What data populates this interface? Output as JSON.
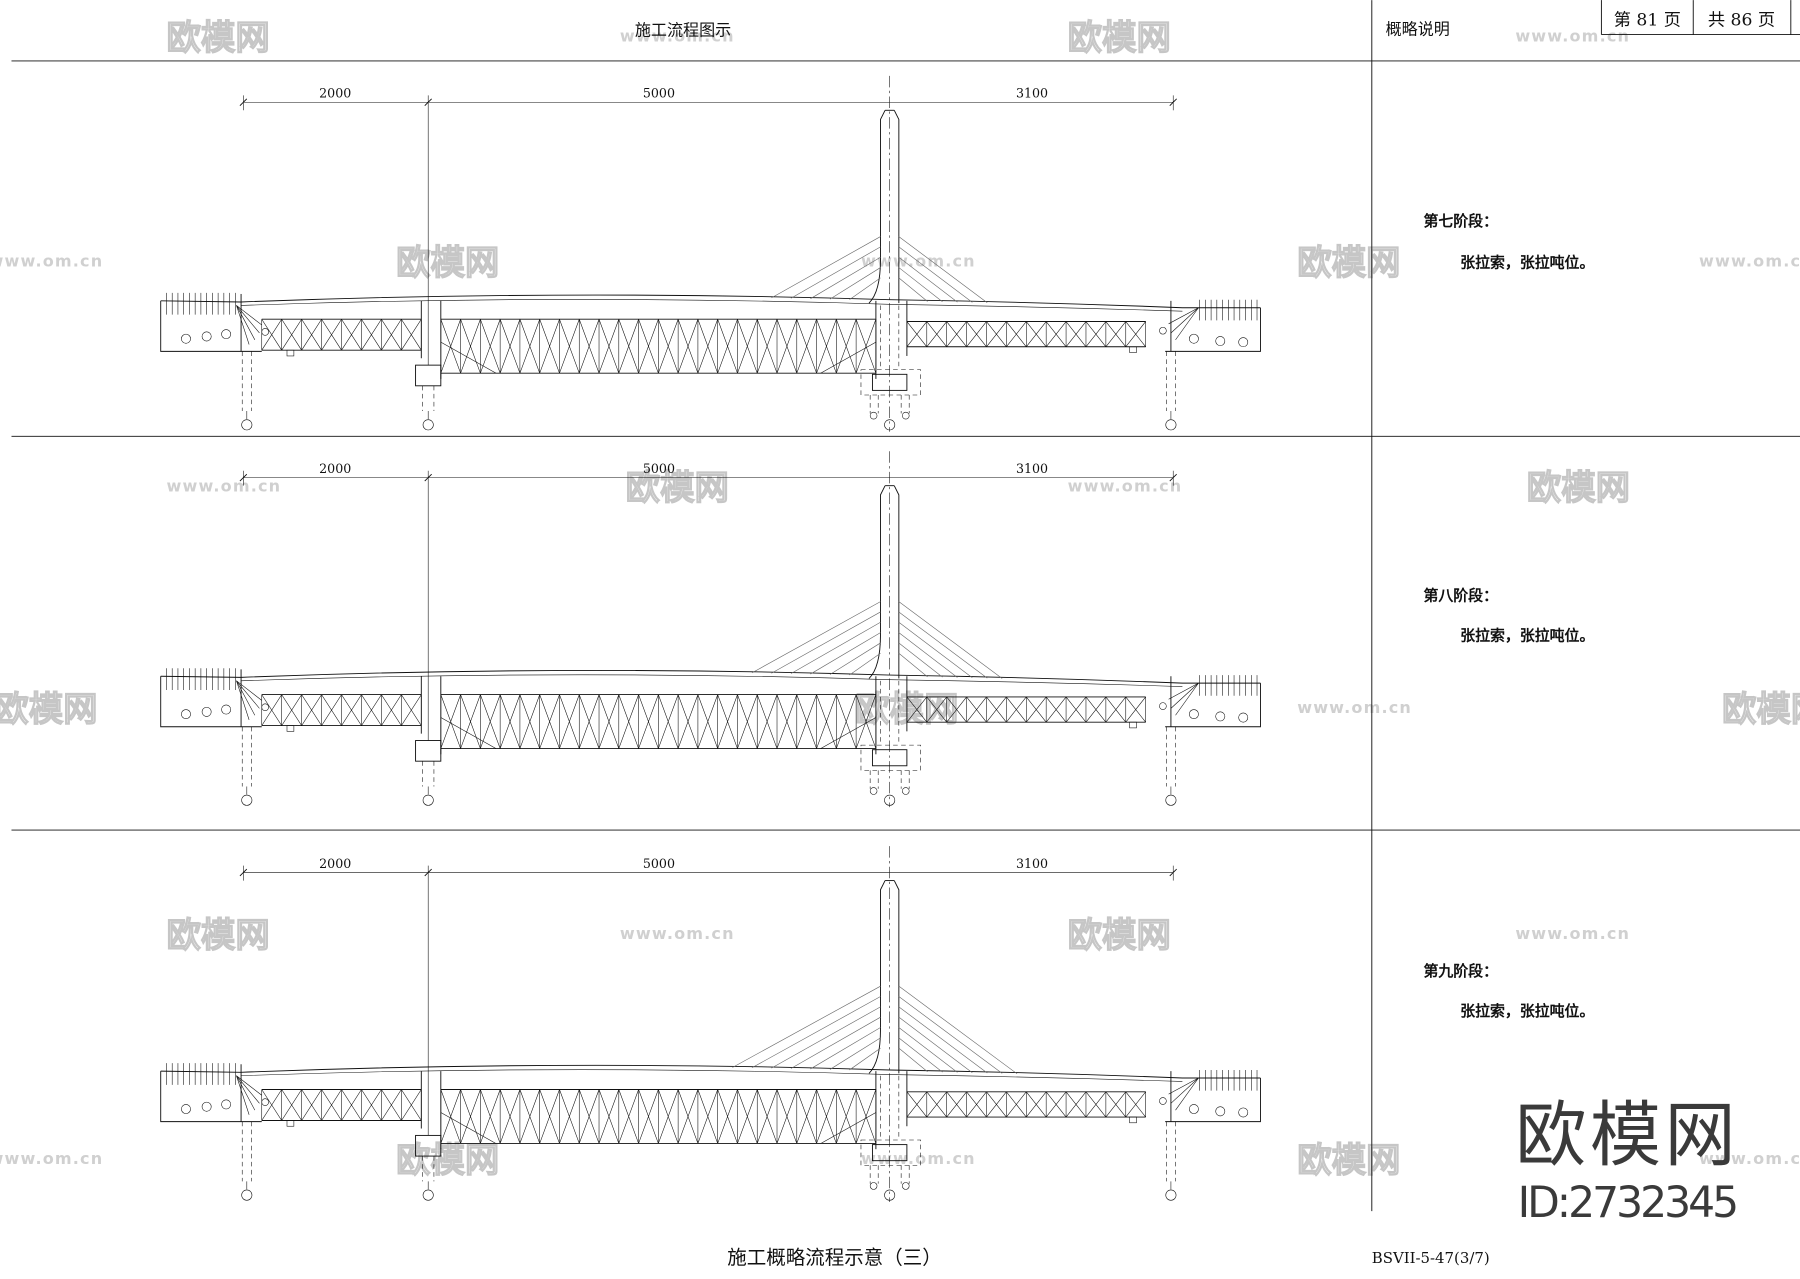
{
  "header": {
    "title": "施工流程图示",
    "notes_title": "概略说明",
    "page_current": "第 81 页",
    "page_total": "共 86 页"
  },
  "panels": [
    {
      "dims": [
        "2000",
        "5000",
        "3100"
      ],
      "stage_title": "第七阶段：",
      "stage_desc": "张拉索，张拉吨位。"
    },
    {
      "dims": [
        "2000",
        "5000",
        "3100"
      ],
      "stage_title": "第八阶段：",
      "stage_desc": "张拉索，张拉吨位。"
    },
    {
      "dims": [
        "2000",
        "5000",
        "3100"
      ],
      "stage_title": "第九阶段：",
      "stage_desc": "张拉索，张拉吨位。"
    }
  ],
  "footer": {
    "caption": "施工概略流程示意（三）",
    "drawing_no": "BSVII-5-47(3/7)"
  },
  "watermark": {
    "logo_text": "欧模网",
    "url_text": "www.om.cn",
    "id_text": "ID:2732345"
  },
  "colors": {
    "line": "#111111",
    "background": "#ffffff",
    "watermark": "#c6c6c6"
  }
}
